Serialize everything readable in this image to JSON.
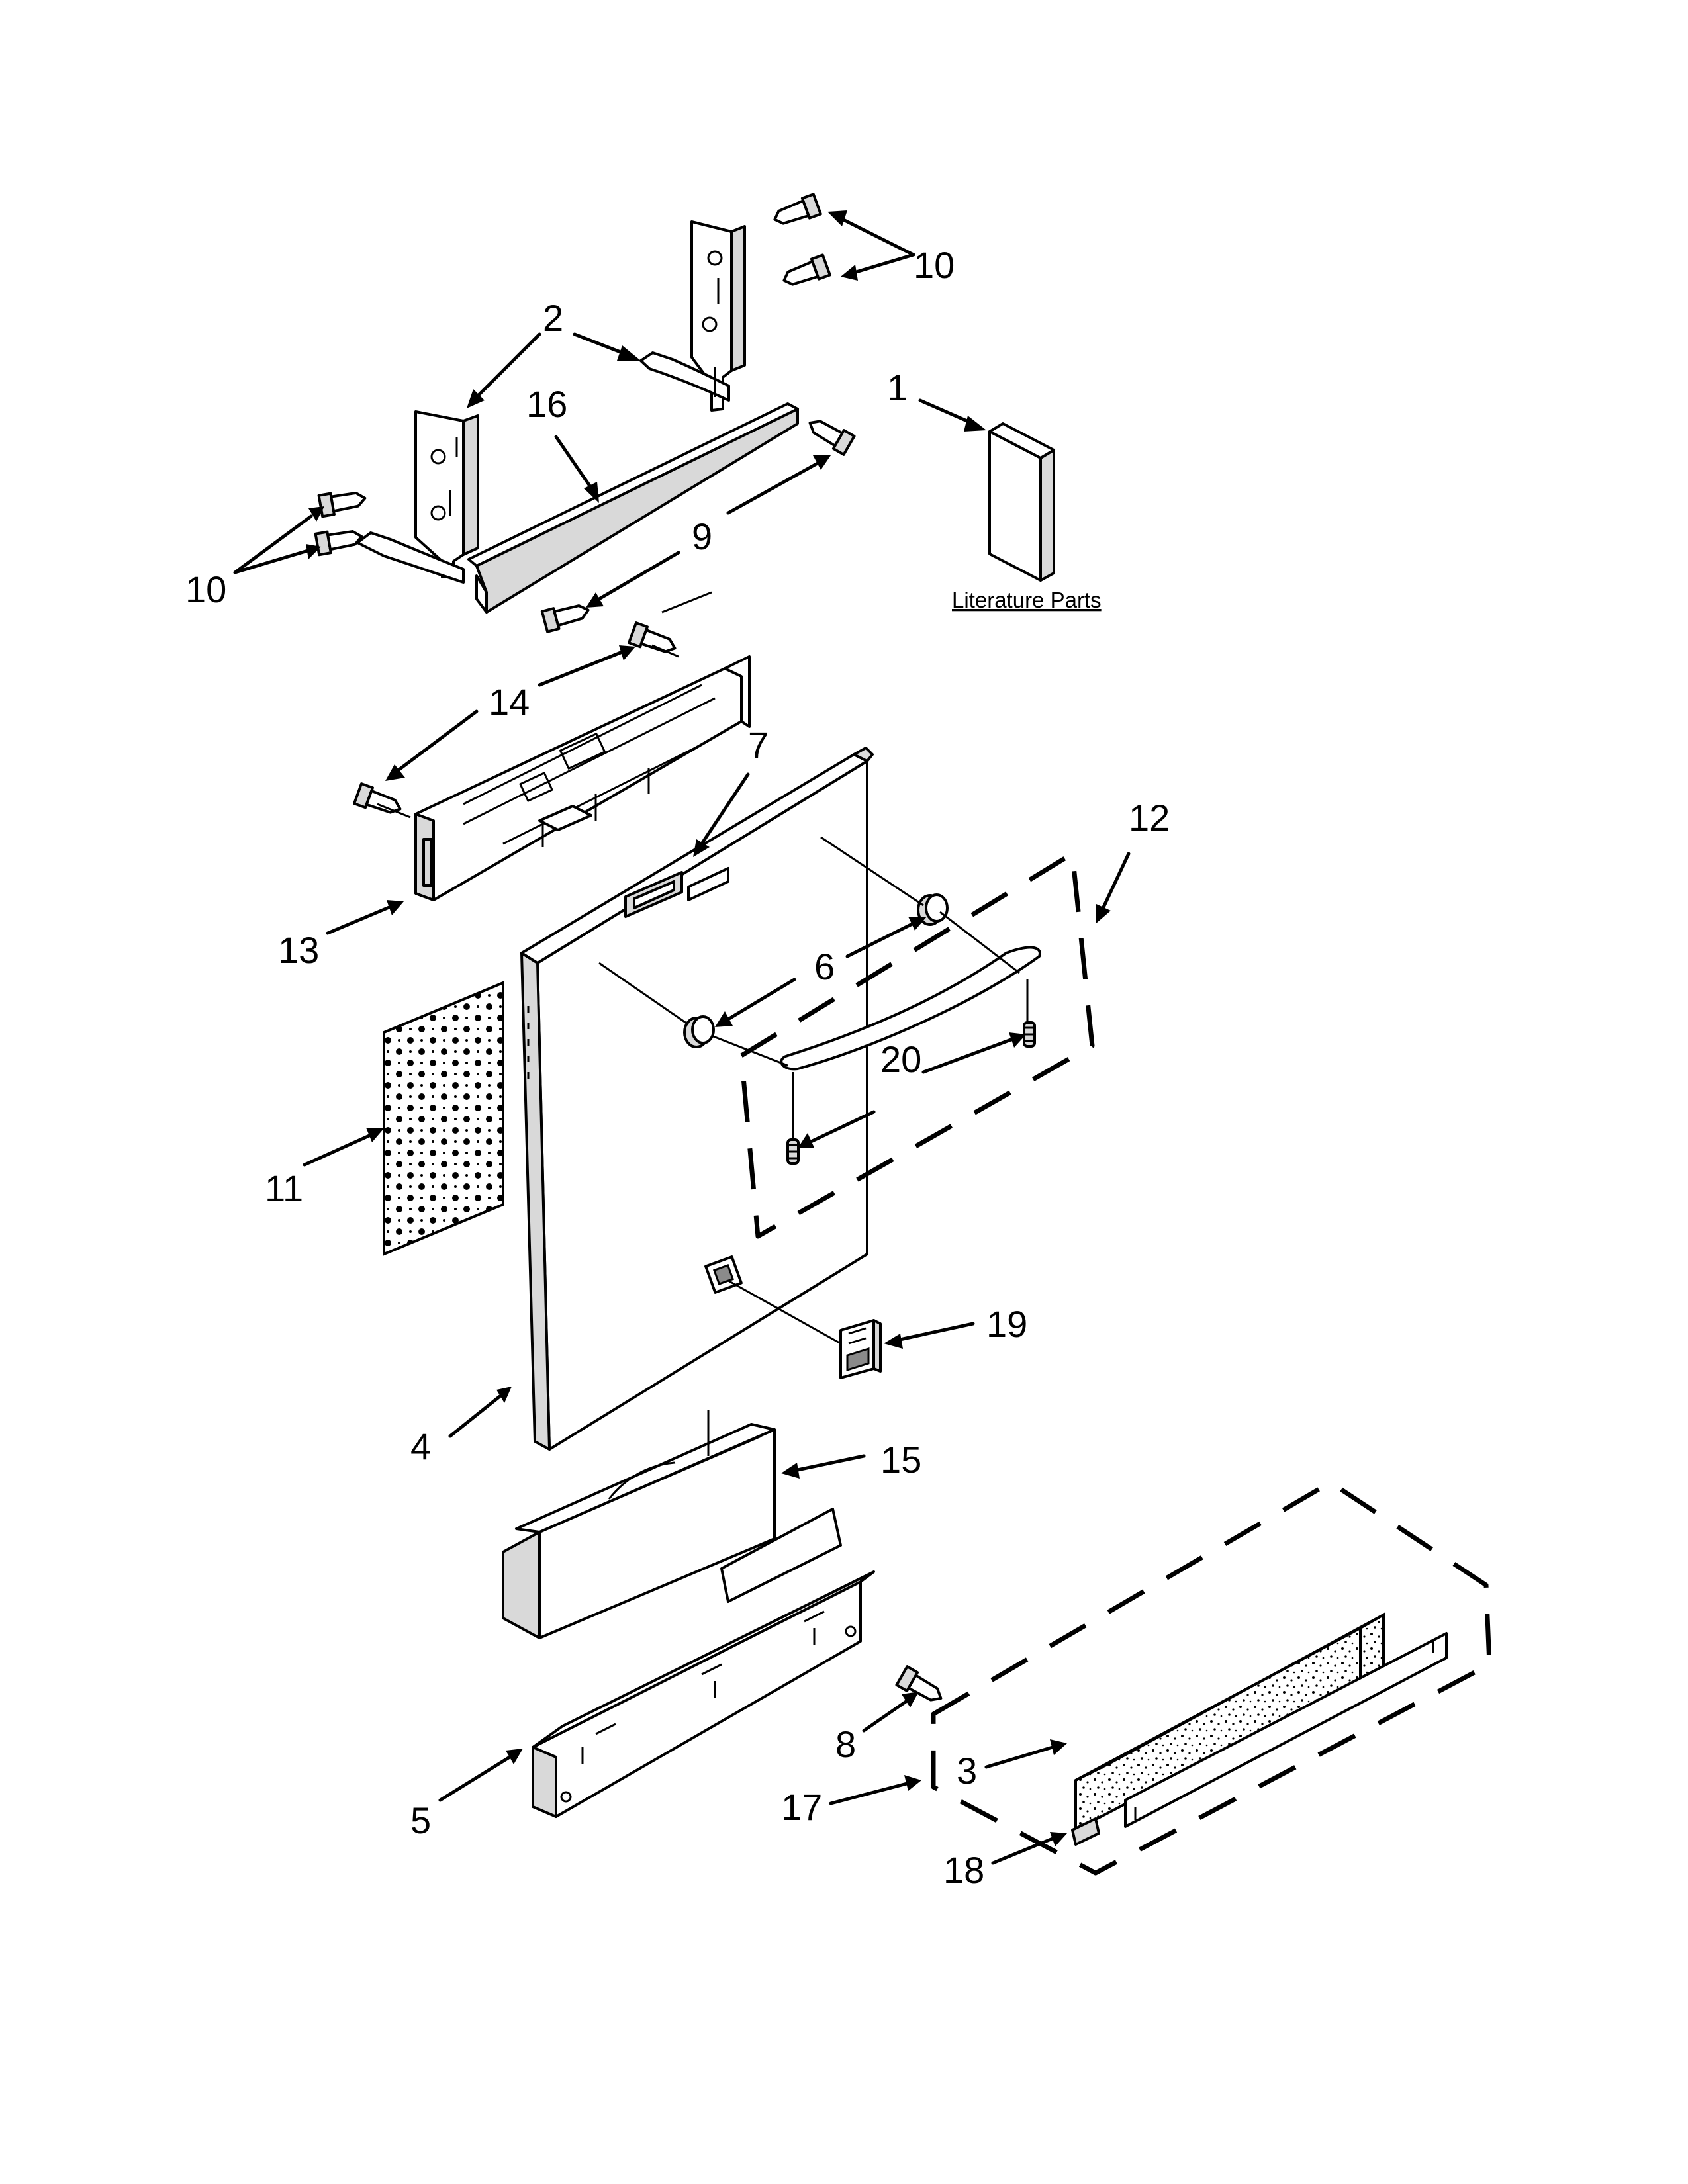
{
  "callouts": [
    {
      "id": "c1",
      "text": "1"
    },
    {
      "id": "c2",
      "text": "2"
    },
    {
      "id": "c3",
      "text": "3"
    },
    {
      "id": "c4",
      "text": "4"
    },
    {
      "id": "c5",
      "text": "5"
    },
    {
      "id": "c6",
      "text": "6"
    },
    {
      "id": "c7",
      "text": "7"
    },
    {
      "id": "c8",
      "text": "8"
    },
    {
      "id": "c9",
      "text": "9"
    },
    {
      "id": "c10a",
      "text": "10"
    },
    {
      "id": "c10b",
      "text": "10"
    },
    {
      "id": "c11",
      "text": "11"
    },
    {
      "id": "c12",
      "text": "12"
    },
    {
      "id": "c13",
      "text": "13"
    },
    {
      "id": "c14",
      "text": "14"
    },
    {
      "id": "c15",
      "text": "15"
    },
    {
      "id": "c16",
      "text": "16"
    },
    {
      "id": "c17",
      "text": "17"
    },
    {
      "id": "c18",
      "text": "18"
    },
    {
      "id": "c19",
      "text": "19"
    },
    {
      "id": "c20",
      "text": "20"
    }
  ],
  "literature_label": "Literature Parts"
}
